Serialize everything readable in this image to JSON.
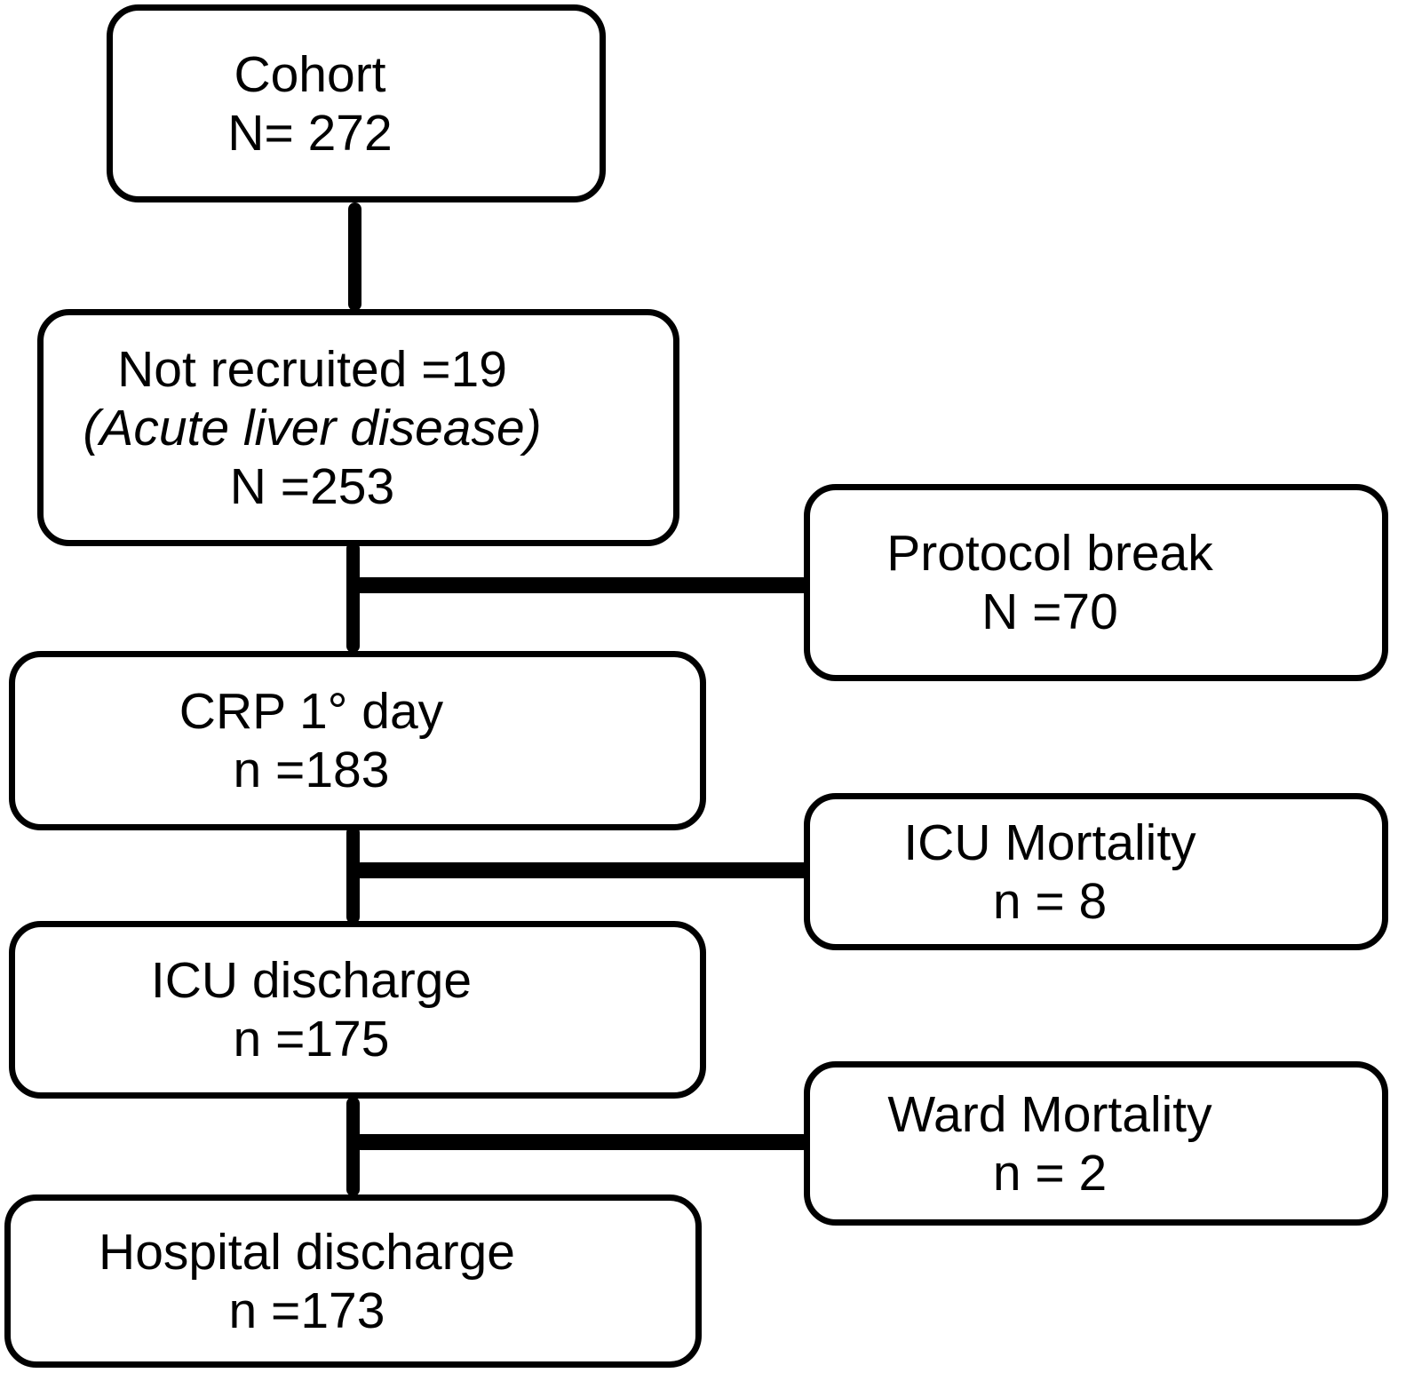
{
  "figure": {
    "type": "patient-flow-diagram",
    "background_color": "#ffffff",
    "line_color": "#000000",
    "text_color": "#000000"
  },
  "boxes": {
    "cohort": {
      "line1": "Cohort",
      "line2": "N= 272"
    },
    "not_recruited": {
      "line1": "Not recruited =19",
      "line2": "(Acute liver disease)",
      "line3": "N =253"
    },
    "protocol_break": {
      "line1": "Protocol break",
      "line2": "N =70"
    },
    "crp_day1": {
      "line1": "CRP 1° day",
      "line2": "n =183"
    },
    "icu_mortality": {
      "line1": "ICU Mortality",
      "line2": "n = 8"
    },
    "icu_discharge": {
      "line1": "ICU discharge",
      "line2": "n =175"
    },
    "ward_mortality": {
      "line1": "Ward Mortality",
      "line2": "n = 2"
    },
    "hospital_discharge": {
      "line1": "Hospital discharge",
      "line2": "n =173"
    }
  }
}
